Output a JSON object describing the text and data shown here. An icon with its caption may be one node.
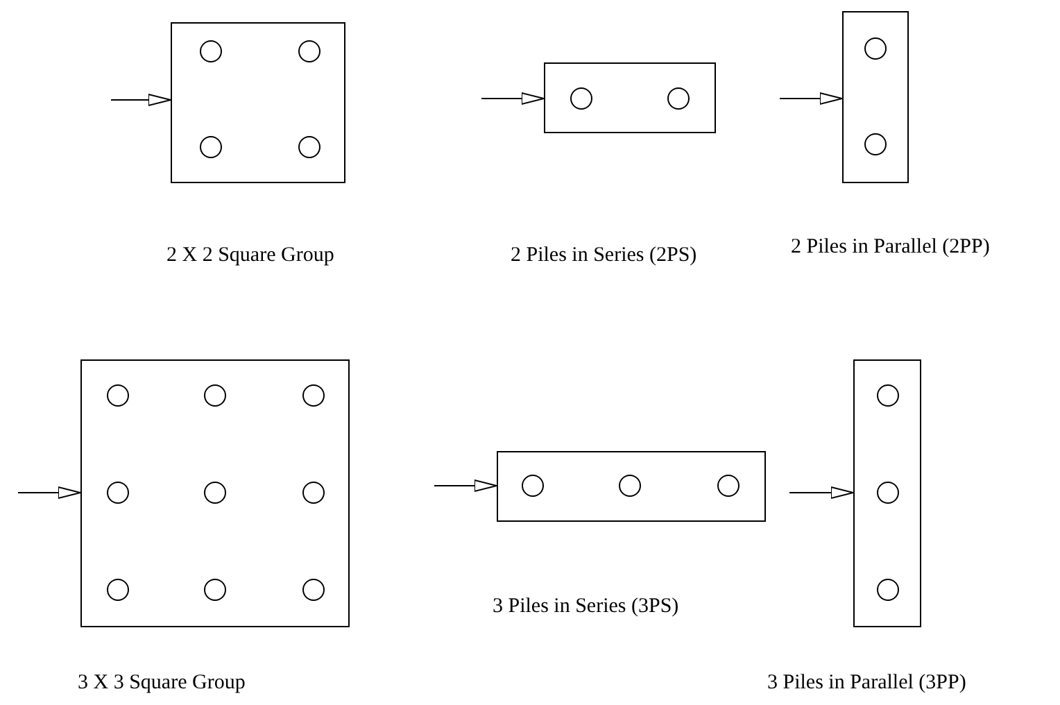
{
  "diagram": {
    "nodes": [
      {
        "text": [],
        "shape": "box"
      },
      {
        "text": [],
        "shape": "circle",
        "in": 0
      },
      {
        "text": [],
        "shape": "circle",
        "in": 0
      },
      {
        "text": [],
        "shape": "circle",
        "in": 0
      },
      {
        "text": [],
        "shape": "circle",
        "in": 0
      },
      {
        "text": [],
        "shape": "box"
      },
      {
        "text": [],
        "shape": "circle",
        "in": 5
      },
      {
        "text": [],
        "shape": "circle",
        "in": 5
      },
      {
        "text": [],
        "shape": "box"
      },
      {
        "text": [],
        "shape": "circle",
        "in": 8
      },
      {
        "text": [],
        "shape": "circle",
        "in": 8
      },
      {
        "text": [],
        "shape": "box"
      },
      {
        "text": [],
        "shape": "circle",
        "in": 11
      },
      {
        "text": [],
        "shape": "circle",
        "in": 11
      },
      {
        "text": [],
        "shape": "circle",
        "in": 11
      },
      {
        "text": [],
        "shape": "circle",
        "in": 11
      },
      {
        "text": [],
        "shape": "circle",
        "in": 11
      },
      {
        "text": [],
        "shape": "circle",
        "in": 11
      },
      {
        "text": [],
        "shape": "circle",
        "in": 11
      },
      {
        "text": [],
        "shape": "circle",
        "in": 11
      },
      {
        "text": [],
        "shape": "circle",
        "in": 11
      },
      {
        "text": [],
        "shape": "box"
      },
      {
        "text": [],
        "shape": "circle",
        "in": 21
      },
      {
        "text": [],
        "shape": "circle",
        "in": 21
      },
      {
        "text": [],
        "shape": "circle",
        "in": 21
      },
      {
        "text": [],
        "shape": "box"
      },
      {
        "text": [],
        "shape": "circle",
        "in": 25
      },
      {
        "text": [],
        "shape": "circle",
        "in": 25
      },
      {
        "text": [],
        "shape": "circle",
        "in": 25
      }
    ],
    "edges": [
      {
        "from": null,
        "to": 0,
        "arrow": "to"
      },
      {
        "from": null,
        "to": 5,
        "arrow": "to"
      },
      {
        "from": null,
        "to": 8,
        "arrow": "to"
      },
      {
        "from": null,
        "to": 11,
        "arrow": "to"
      },
      {
        "from": null,
        "to": 21,
        "arrow": "to"
      },
      {
        "from": null,
        "to": 25,
        "arrow": "to"
      }
    ],
    "labels": [
      "2 X 2 Square Group",
      "2 Piles in Series (2PS)",
      "2 Piles in Parallel (2PP)",
      "3 Piles in Series (3PS)",
      "3 X 3 Square Group",
      "3 Piles in Parallel (3PP)"
    ]
  }
}
